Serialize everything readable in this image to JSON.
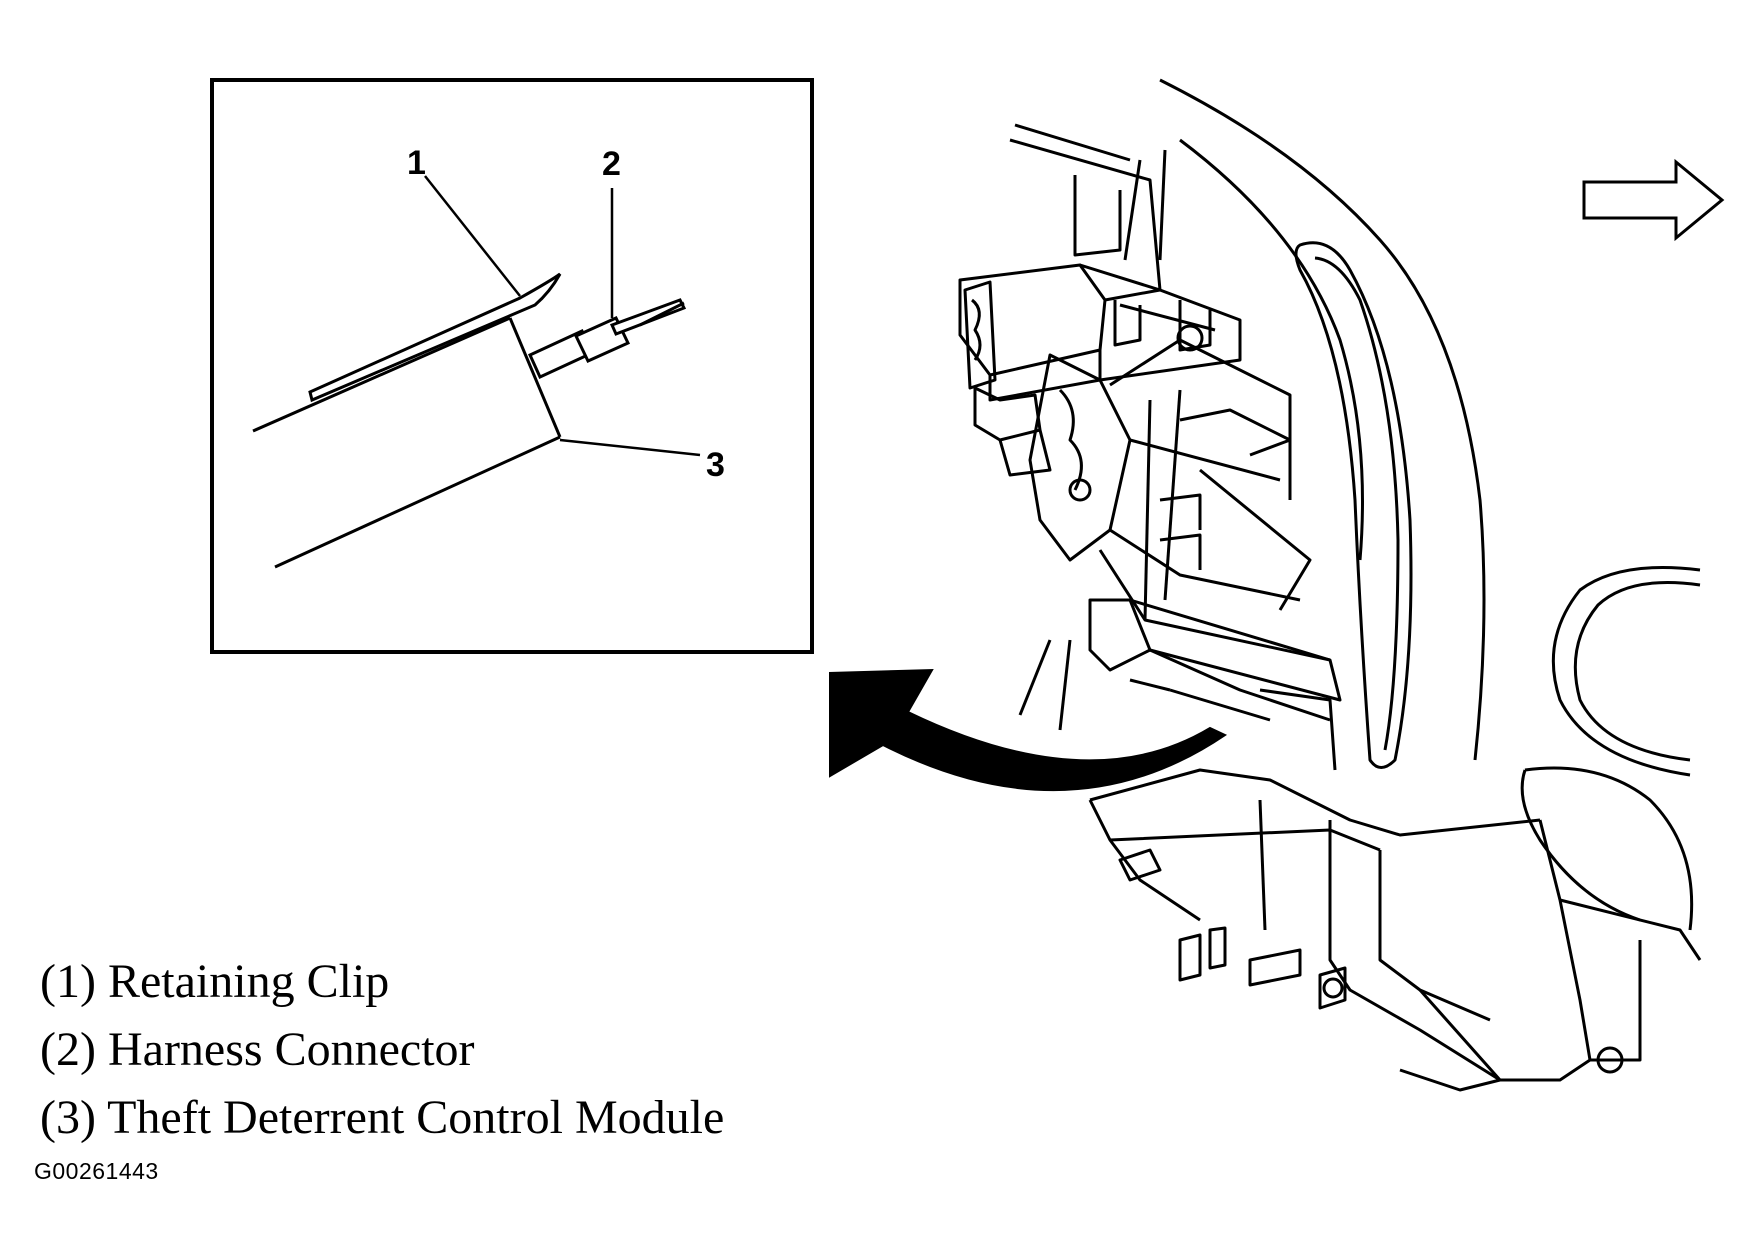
{
  "callouts": [
    "1",
    "2",
    "3"
  ],
  "legend": [
    {
      "number": "(1)",
      "label": "Retaining Clip"
    },
    {
      "number": "(2)",
      "label": "Harness Connector"
    },
    {
      "number": "(3)",
      "label": "Theft Deterrent Control Module"
    }
  ],
  "figure_id": "G00261443",
  "colors": {
    "line": "#000000",
    "background": "#ffffff"
  }
}
